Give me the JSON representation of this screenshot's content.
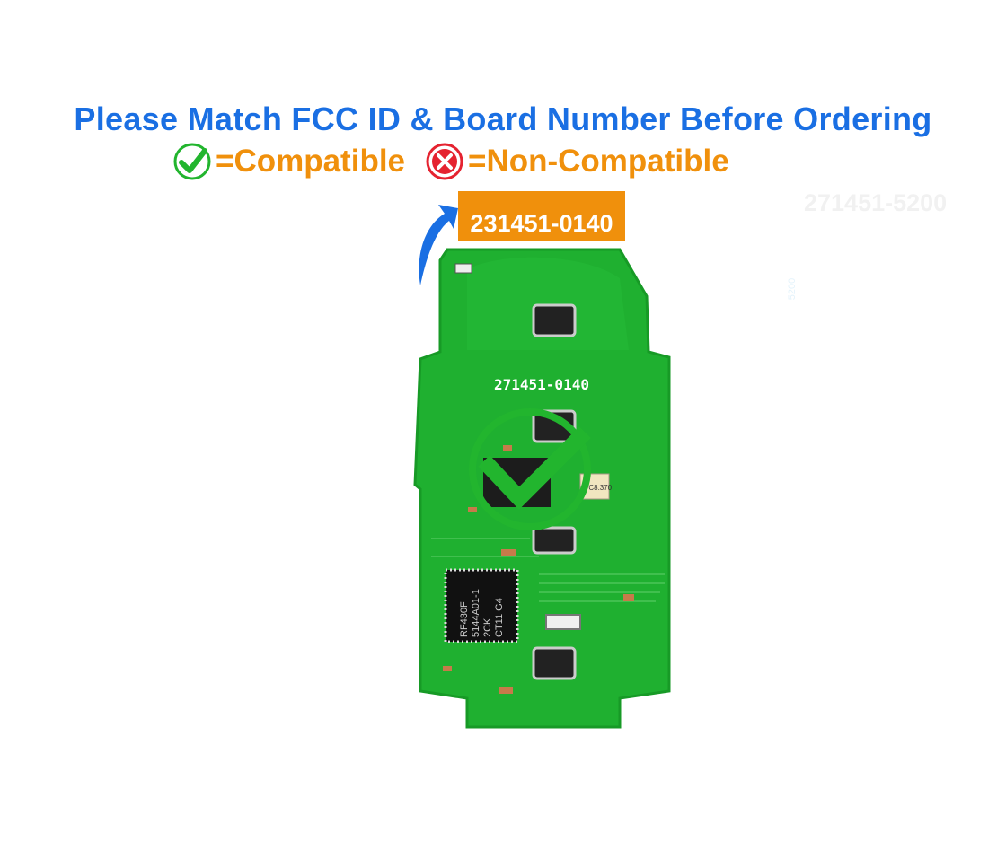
{
  "heading": "Please Match FCC ID & Board Number Before Ordering",
  "legend": {
    "compatible_label": "=Compatible",
    "compatible_icon": "check-circle-icon",
    "noncompatible_label": "=Non-Compatible",
    "noncompatible_icon": "x-circle-icon"
  },
  "board_label": "231451-0140",
  "board_silkscreen": "271451-0140",
  "faded_label": "271451-5200",
  "faded_side_text": "5200",
  "chip_text": [
    "RF430F",
    "5144A01-1",
    "2CK",
    "CT11 G4"
  ],
  "crystal_text": "YC8.370",
  "status_icon": "check-circle-icon",
  "colors": {
    "heading": "#1a6fe3",
    "accent": "#f0900c",
    "pcb": "#1fb030",
    "check": "#22b52e",
    "cross": "#e52330"
  }
}
